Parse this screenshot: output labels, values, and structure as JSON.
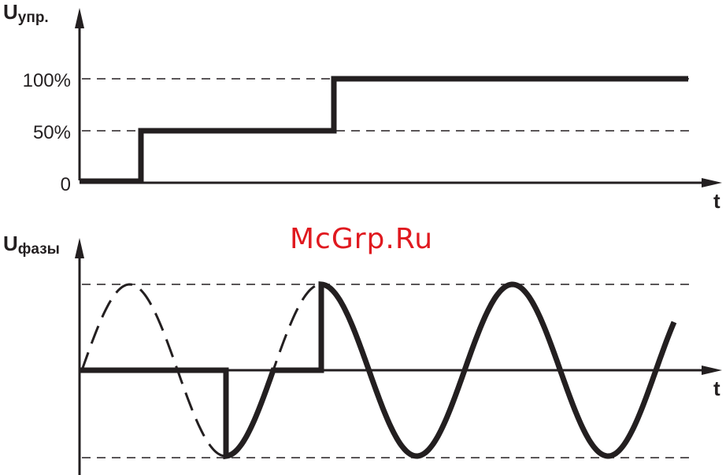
{
  "top_chart": {
    "y_axis_label_main": "U",
    "y_axis_label_sub": "упр.",
    "x_axis_label": "t",
    "ticks": [
      "100%",
      "50%",
      "0"
    ]
  },
  "bottom_chart": {
    "y_axis_label_main": "U",
    "y_axis_label_sub": "фазы",
    "x_axis_label": "t"
  },
  "watermark": {
    "text": "McGrp.Ru",
    "color": "#e0191f"
  },
  "colors": {
    "ink": "#231f20",
    "background": "#ffffff"
  }
}
